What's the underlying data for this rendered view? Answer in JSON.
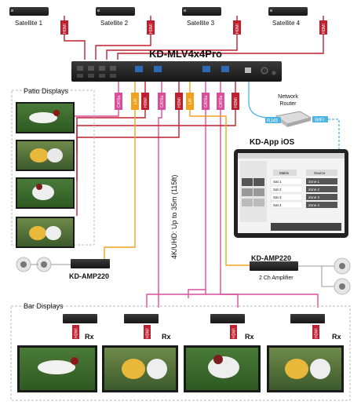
{
  "sources": [
    {
      "label": "Satellite 1",
      "cable": "HDMI"
    },
    {
      "label": "Satellite 2",
      "cable": "HDMI"
    },
    {
      "label": "Satellite 3",
      "cable": "HDMI"
    },
    {
      "label": "Satellite 4",
      "cable": "HDMI"
    }
  ],
  "matrix": {
    "title": "KD-MLV4x4Pro"
  },
  "cables": {
    "cat6a_1": "CAT6a",
    "cat6a_2": "CAT6a",
    "cat6a_3": "CAT6a",
    "cat6a_4": "CAT6a",
    "lr_left": "L/R",
    "lr_right": "L/R",
    "hdmi_1": "HDMI",
    "hdmi_2": "HDMI",
    "hdmi_3": "HDMI"
  },
  "patio": {
    "title": "Patio Displays"
  },
  "network": {
    "router_label_1": "Network",
    "router_label_2": "Router",
    "rj45": "RJ45",
    "wifi": "WiFi"
  },
  "app": {
    "title": "KD-App iOS",
    "tab_left": "Matrix",
    "tab_right": "Source",
    "sources": [
      "Sat 1",
      "Sat 2",
      "Sat 3",
      "Sat 4"
    ],
    "zones": [
      "Zone 1",
      "Zone 2",
      "Zone 3",
      "Zone 4"
    ]
  },
  "distance": {
    "label": "4K/UHD: Up to 35m (115ft)"
  },
  "amp_left": {
    "label": "KD-AMP220"
  },
  "amp_right": {
    "label": "KD-AMP220",
    "sub": "2 Ch Amplifier"
  },
  "bar": {
    "title": "Bar Displays",
    "rx_label": "Rx",
    "cable": "HDMI"
  },
  "colors": {
    "hdmi": "#c01f2f",
    "cat": "#d94f9b",
    "audio": "#f0a21e",
    "net": "#4bb4e6"
  }
}
